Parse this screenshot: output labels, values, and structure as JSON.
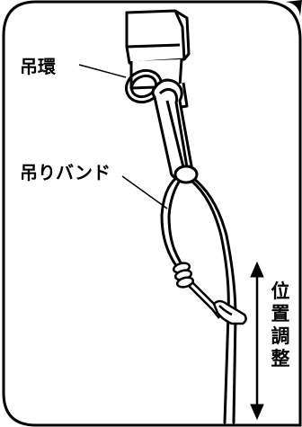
{
  "labels": {
    "ring": "吊環",
    "band": "吊りバンド",
    "adjust": "位置調整"
  }
}
